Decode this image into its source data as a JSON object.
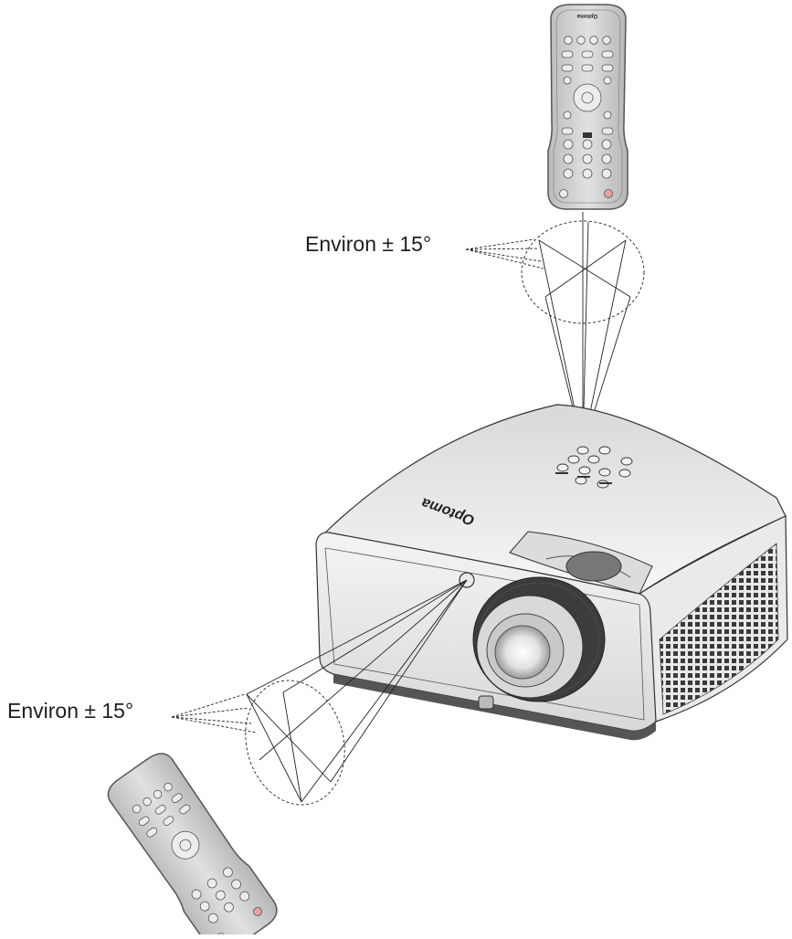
{
  "labels": {
    "top_angle": "Environ ± 15°",
    "bottom_angle": "Environ ± 15°"
  },
  "brand": {
    "projector_logo": "Optoma",
    "remote_logo": "Optoma"
  },
  "colors": {
    "line": "#222222",
    "remote_body": "#cfd1d2",
    "remote_edge": "#555555",
    "projector_body": "#ececec",
    "power_button": "#e8a3a0"
  },
  "icons": [
    "remote-control-icon",
    "projector-icon",
    "ir-sensor-icon",
    "lens-icon"
  ]
}
